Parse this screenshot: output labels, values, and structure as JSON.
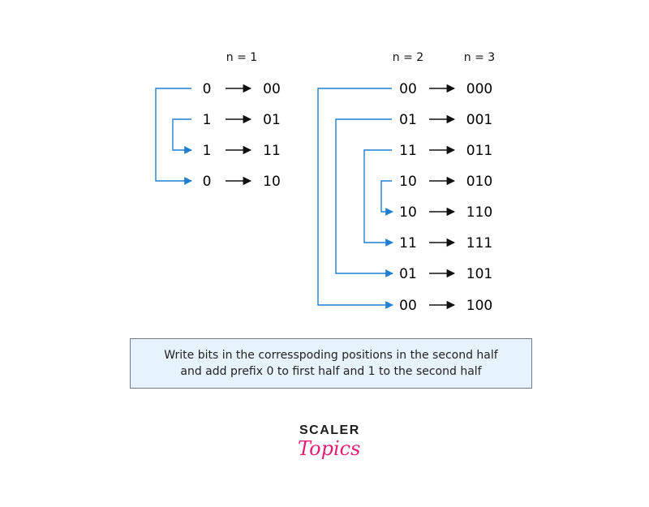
{
  "headers": {
    "n1": "n = 1",
    "n2": "n = 2",
    "n3": "n = 3"
  },
  "table_n1": {
    "left": [
      "0",
      "1",
      "1",
      "0"
    ],
    "right": [
      "00",
      "01",
      "11",
      "10"
    ]
  },
  "table_n2": {
    "left": [
      "00",
      "01",
      "11",
      "10",
      "10",
      "11",
      "01",
      "00"
    ],
    "right": [
      "000",
      "001",
      "011",
      "010",
      "110",
      "111",
      "101",
      "100"
    ]
  },
  "note": {
    "line1": "Write bits in the corresspoding positions in the second half",
    "line2": "and add prefix 0 to first half and 1 to the second half"
  },
  "logo": {
    "top": "SCALER",
    "bottom": "Topics"
  },
  "colors": {
    "bracket": "#1f7fd0",
    "arrow": "#111111",
    "logo_accent": "#e21d75",
    "note_bg": "#e6f2fc"
  }
}
